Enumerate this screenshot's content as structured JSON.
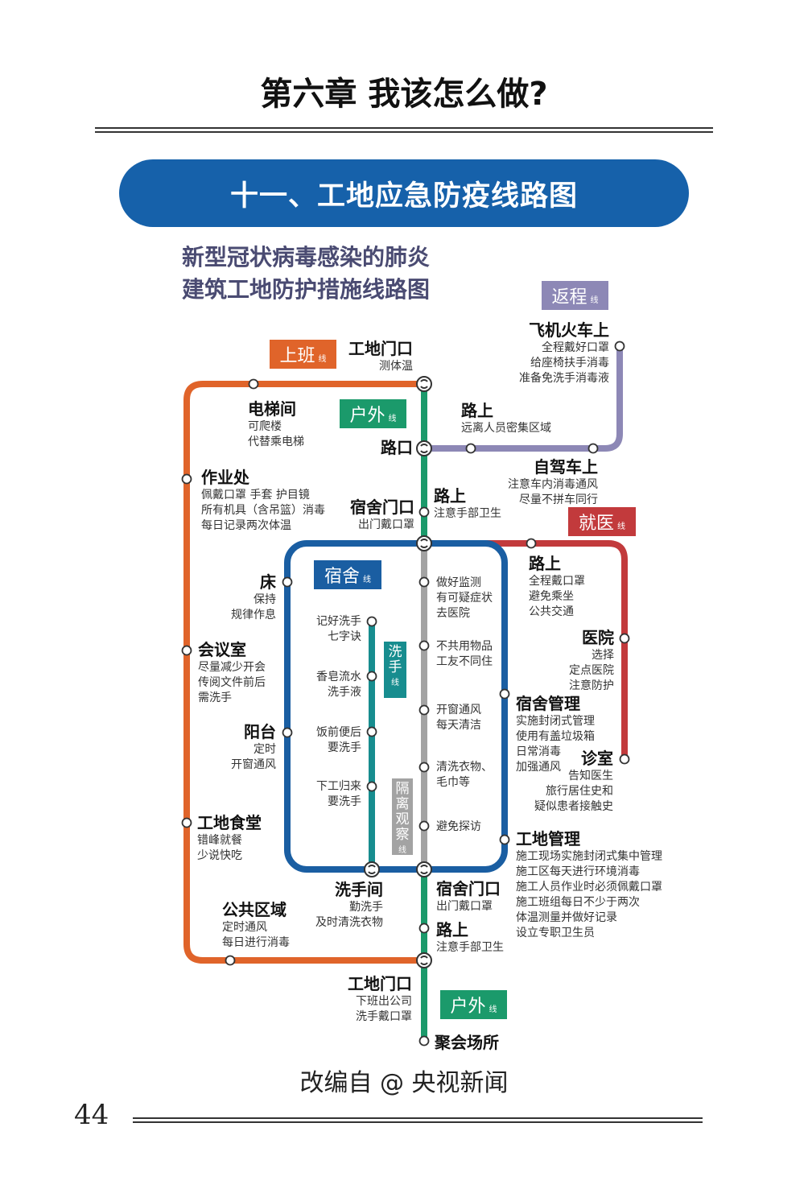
{
  "header": {
    "chapter": "第六章 我该怎么做?"
  },
  "banner": {
    "title": "十一、工地应急防疫线路图"
  },
  "subtitle": [
    "新型冠状病毒感染的肺炎",
    "建筑工地防护措施线路图"
  ],
  "colors": {
    "orange": "#e0642a",
    "green": "#1b9a6b",
    "purple": "#8d88b6",
    "red": "#c23a3c",
    "blue": "#1a5ea2",
    "teal": "#178d8f",
    "gray": "#a3a3a3",
    "banner": "#1661aa"
  },
  "badges": {
    "shangban": {
      "name": "上班",
      "suffix": "线"
    },
    "huwai": {
      "name": "户外",
      "suffix": "线"
    },
    "fancheng": {
      "name": "返程",
      "suffix": "线"
    },
    "jiuyi": {
      "name": "就医",
      "suffix": "线"
    },
    "sushe": {
      "name": "宿舍",
      "suffix": "线"
    },
    "xishou": {
      "name": "洗手",
      "suffix": "线"
    },
    "geli": {
      "name": "隔离观察",
      "suffix": "线"
    },
    "huwai2": {
      "name": "户外",
      "suffix": "线"
    }
  },
  "stations": {
    "gate_in": {
      "title": "工地门口",
      "lines": [
        "测体温"
      ]
    },
    "elevator": {
      "title": "电梯间",
      "lines": [
        "可爬楼",
        "代替乘电梯"
      ]
    },
    "crossing": {
      "title": "路口",
      "lines": []
    },
    "work": {
      "title": "作业处",
      "lines": [
        "佩戴口罩 手套 护目镜",
        "所有机具（含吊篮）消毒",
        "每日记录两次体温"
      ]
    },
    "dorm_door": {
      "title": "宿舍门口",
      "lines": [
        "出门戴口罩"
      ]
    },
    "road_green": {
      "title": "路上",
      "lines": [
        "注意手部卫生"
      ]
    },
    "road_purple": {
      "title": "路上",
      "lines": [
        "远离人员密集区域"
      ]
    },
    "plane": {
      "title": "飞机火车上",
      "lines": [
        "全程戴好口罩",
        "给座椅扶手消毒",
        "准备免洗手消毒液"
      ]
    },
    "car": {
      "title": "自驾车上",
      "lines": [
        "注意车内消毒通风",
        "尽量不拼车同行"
      ]
    },
    "bed": {
      "title": "床",
      "lines": [
        "保持",
        "规律作息"
      ]
    },
    "meeting": {
      "title": "会议室",
      "lines": [
        "尽量减少开会",
        "传阅文件前后",
        "需洗手"
      ]
    },
    "balcony": {
      "title": "阳台",
      "lines": [
        "定时",
        "开窗通风"
      ]
    },
    "canteen": {
      "title": "工地食堂",
      "lines": [
        "错峰就餐",
        "少说快吃"
      ]
    },
    "public": {
      "title": "公共区域",
      "lines": [
        "定时通风",
        "每日进行消毒"
      ]
    },
    "washroom": {
      "title": "洗手间",
      "lines": [
        "勤洗手",
        "及时清洗衣物"
      ]
    },
    "wash1": {
      "lines": [
        "记好洗手",
        "七字诀"
      ]
    },
    "wash2": {
      "lines": [
        "香皂流水",
        "洗手液"
      ]
    },
    "wash3": {
      "lines": [
        "饭前便后",
        "要洗手"
      ]
    },
    "wash4": {
      "lines": [
        "下工归来",
        "要洗手"
      ]
    },
    "iso1": {
      "lines": [
        "做好监测",
        "有可疑症状",
        "去医院"
      ]
    },
    "iso2": {
      "lines": [
        "不共用物品",
        "工友不同住"
      ]
    },
    "iso3": {
      "lines": [
        "开窗通风",
        "每天清洁"
      ]
    },
    "iso4": {
      "lines": [
        "清洗衣物、",
        "毛巾等"
      ]
    },
    "iso5": {
      "lines": [
        "避免探访"
      ]
    },
    "road_red": {
      "title": "路上",
      "lines": [
        "全程戴口罩",
        "避免乘坐",
        "公共交通"
      ]
    },
    "hospital": {
      "title": "医院",
      "lines": [
        "选择",
        "定点医院",
        "注意防护"
      ]
    },
    "dorm_mgmt": {
      "title": "宿舍管理",
      "lines": [
        "实施封闭式管理",
        "使用有盖垃圾箱",
        "日常消毒",
        "加强通风"
      ]
    },
    "clinic": {
      "title": "诊室",
      "lines": [
        "告知医生",
        "旅行居住史和",
        "疑似患者接触史"
      ]
    },
    "site_mgmt": {
      "title": "工地管理",
      "lines": [
        "施工现场实施封闭式集中管理",
        "施工区每天进行环境消毒",
        "施工人员作业时必须佩戴口罩",
        "施工班组每日不少于两次",
        "体温测量并做好记录",
        "设立专职卫生员"
      ]
    },
    "dorm_door2": {
      "title": "宿舍门口",
      "lines": [
        "出门戴口罩"
      ]
    },
    "road_green2": {
      "title": "路上",
      "lines": [
        "注意手部卫生"
      ]
    },
    "gate_out": {
      "title": "工地门口",
      "lines": [
        "下班出公司",
        "洗手戴口罩"
      ]
    },
    "gathering": {
      "title": "聚会场所",
      "lines": []
    }
  },
  "credit": "改编自 @ 央视新闻",
  "page_number": "44"
}
